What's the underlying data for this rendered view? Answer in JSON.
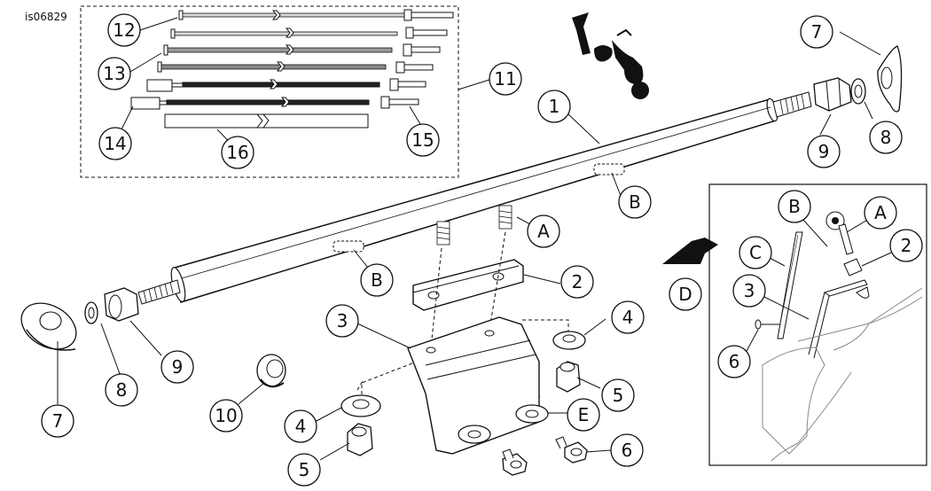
{
  "figure_id": "is06829",
  "callouts": {
    "c1": "1",
    "c2": "2",
    "c3": "3",
    "c4": "4",
    "c5": "5",
    "c6": "6",
    "c7": "7",
    "c8": "8",
    "c9": "9",
    "c10": "10",
    "c11": "11",
    "c12": "12",
    "c13": "13",
    "c14": "14",
    "c15": "15",
    "c16": "16",
    "cA": "A",
    "cB": "B",
    "cC": "C",
    "cD": "D",
    "cE": "E"
  },
  "colors": {
    "line": "#111111",
    "bar_light": "#cfcfcf",
    "bar_mid": "#888888",
    "bar_dark": "#222222"
  }
}
